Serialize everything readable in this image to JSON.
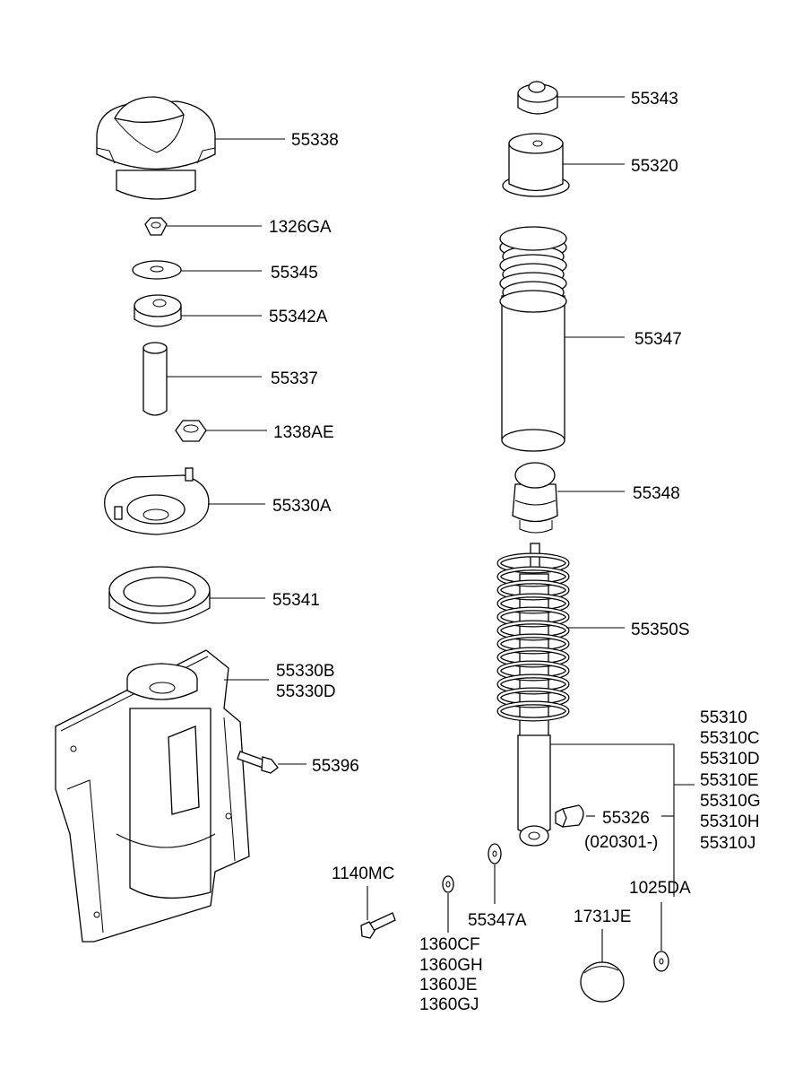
{
  "diagram": {
    "labels": {
      "p55338": "55338",
      "p1326GA": "1326GA",
      "p55345": "55345",
      "p55342A": "55342A",
      "p55337": "55337",
      "p1338AE": "1338AE",
      "p55330A": "55330A",
      "p55341": "55341",
      "p55330B": "55330B",
      "p55330D": "55330D",
      "p55396": "55396",
      "p55343": "55343",
      "p55320": "55320",
      "p55347": "55347",
      "p55348": "55348",
      "p55350S": "55350S",
      "p55310": "55310",
      "p55310C": "55310C",
      "p55310D": "55310D",
      "p55310E": "55310E",
      "p55310G": "55310G",
      "p55310H": "55310H",
      "p55310J": "55310J",
      "p55326": "55326",
      "p55326_note": "(020301-)",
      "p1140MC": "1140MC",
      "p55347A": "55347A",
      "p1360CF": "1360CF",
      "p1360GH": "1360GH",
      "p1360JE": "1360JE",
      "p1360GJ": "1360GJ",
      "p1731JE": "1731JE",
      "p1025DA": "1025DA"
    }
  }
}
